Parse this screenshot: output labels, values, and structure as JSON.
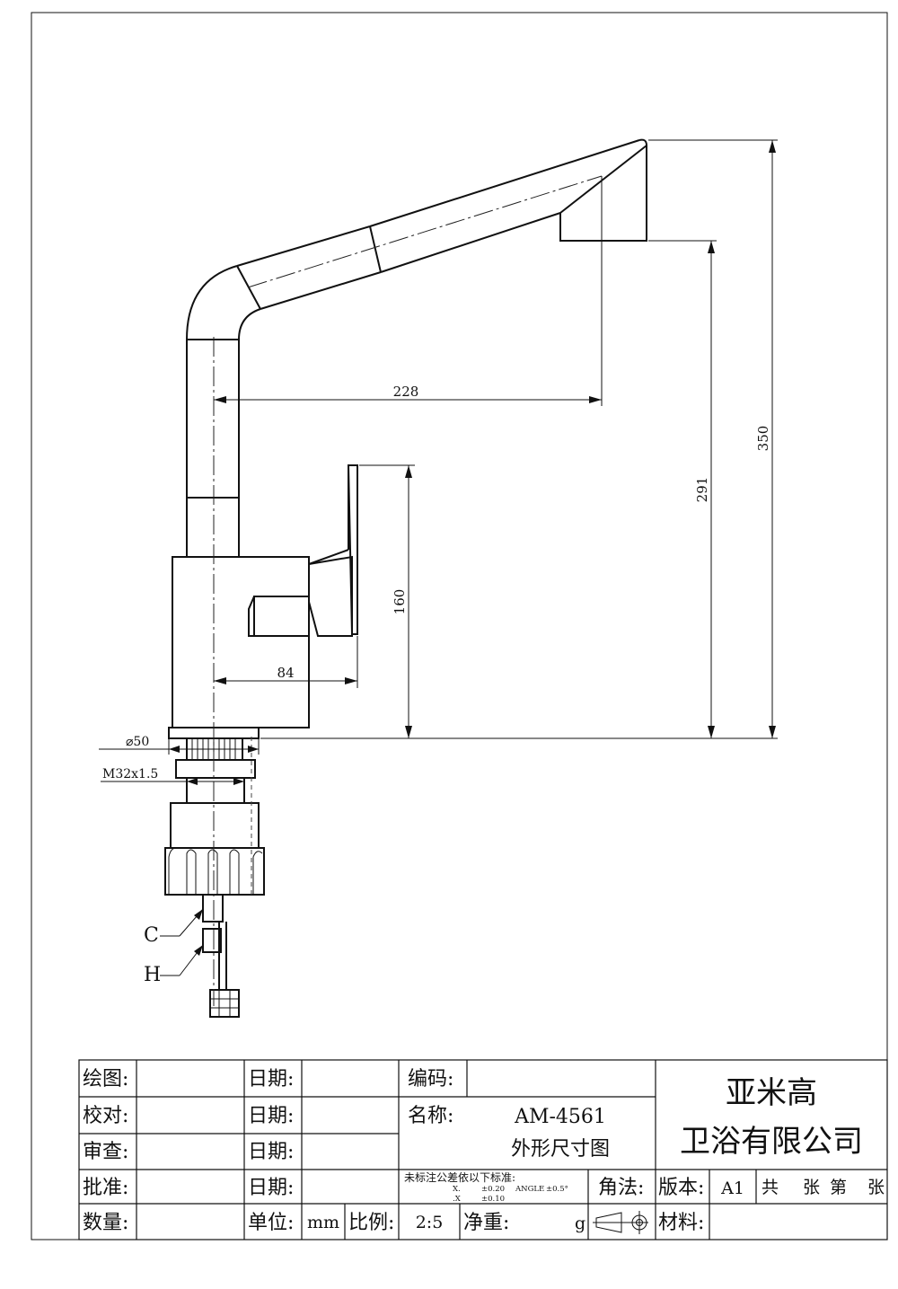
{
  "dimensions": {
    "spout_reach": "228",
    "total_height": "350",
    "spout_height": "291",
    "handle_height": "160",
    "handle_reach": "84",
    "base_diameter": "⌀50",
    "thread": "M32x1.5"
  },
  "hoses": {
    "cold": "C",
    "hot": "H"
  },
  "title_block": {
    "drawn_label": "绘图:",
    "checked_label": "校对:",
    "reviewed_label": "审查:",
    "approved_label": "批准:",
    "quantity_label": "数量:",
    "date_label": "日期:",
    "unit_label": "单位:",
    "unit_value": "mm",
    "scale_label": "比例:",
    "scale_value": "2:5",
    "code_label": "编码:",
    "name_label": "名称:",
    "model": "AM-4561",
    "drawing_title": "外形尺寸图",
    "tolerance_heading": "未标注公差依以下标准:",
    "tol_x": "X.",
    "tol_x_value": "±0.20",
    "tol_angle": "ANGLE",
    "tol_angle_value": "±0.5°",
    "tol_dx": ".X",
    "tol_dx_value": "±0.10",
    "projection_label": "角法:",
    "net_weight_label": "净重:",
    "net_weight_unit": "g",
    "version_label": "版本:",
    "version_value": "A1",
    "sheets_total": "共",
    "sheets_unit_1": "张",
    "sheet_number": "第",
    "sheets_unit_2": "张",
    "material_label": "材料:",
    "company_line1": "亚米高",
    "company_line2": "卫浴有限公司"
  }
}
